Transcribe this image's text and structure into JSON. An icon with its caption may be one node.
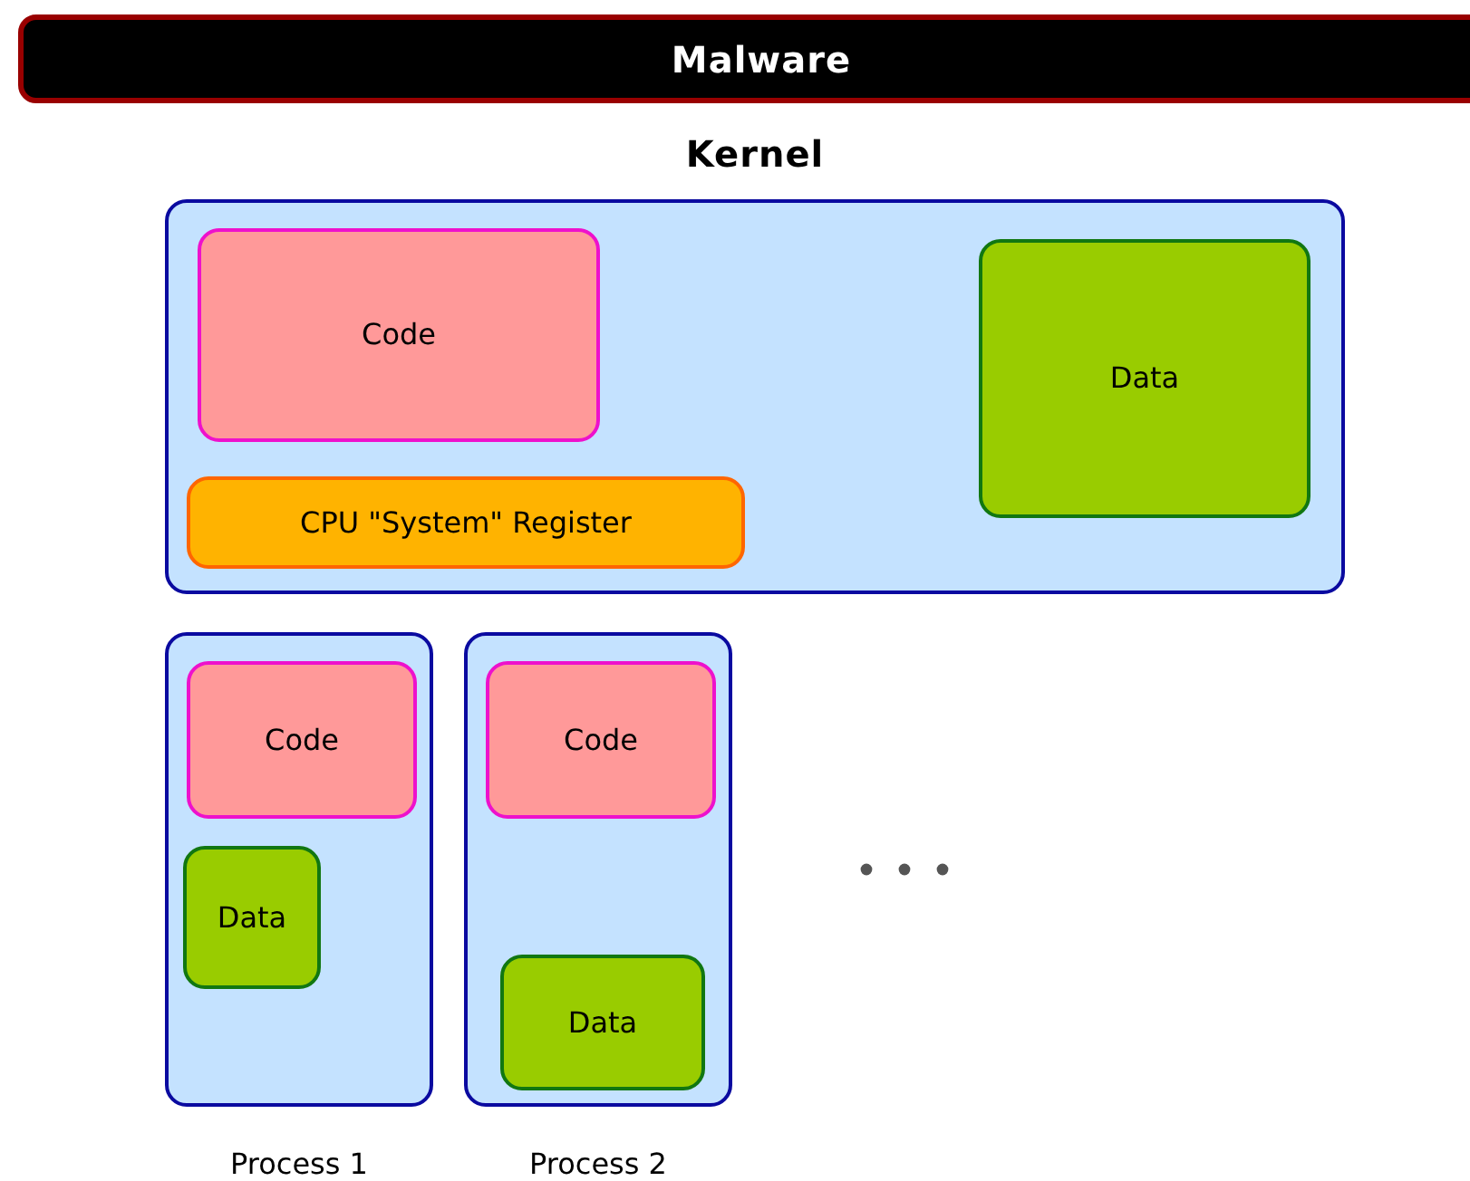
{
  "diagram": {
    "nodes": [
      {
        "text": [
          "Malware"
        ]
      },
      {
        "text": [
          "Kernel"
        ]
      },
      {
        "text": [
          "Code"
        ],
        "in": 1
      },
      {
        "text": [
          "CPU \"System\" Register"
        ],
        "in": 1
      },
      {
        "text": [
          "Data"
        ],
        "in": 1
      },
      {
        "text": [
          "Process 1"
        ]
      },
      {
        "text": [
          "Code"
        ],
        "in": 5
      },
      {
        "text": [
          "Data"
        ],
        "in": 5
      },
      {
        "text": [
          "Process 2"
        ]
      },
      {
        "text": [
          "Code"
        ],
        "in": 8
      },
      {
        "text": [
          "Data"
        ],
        "in": 8
      }
    ]
  }
}
